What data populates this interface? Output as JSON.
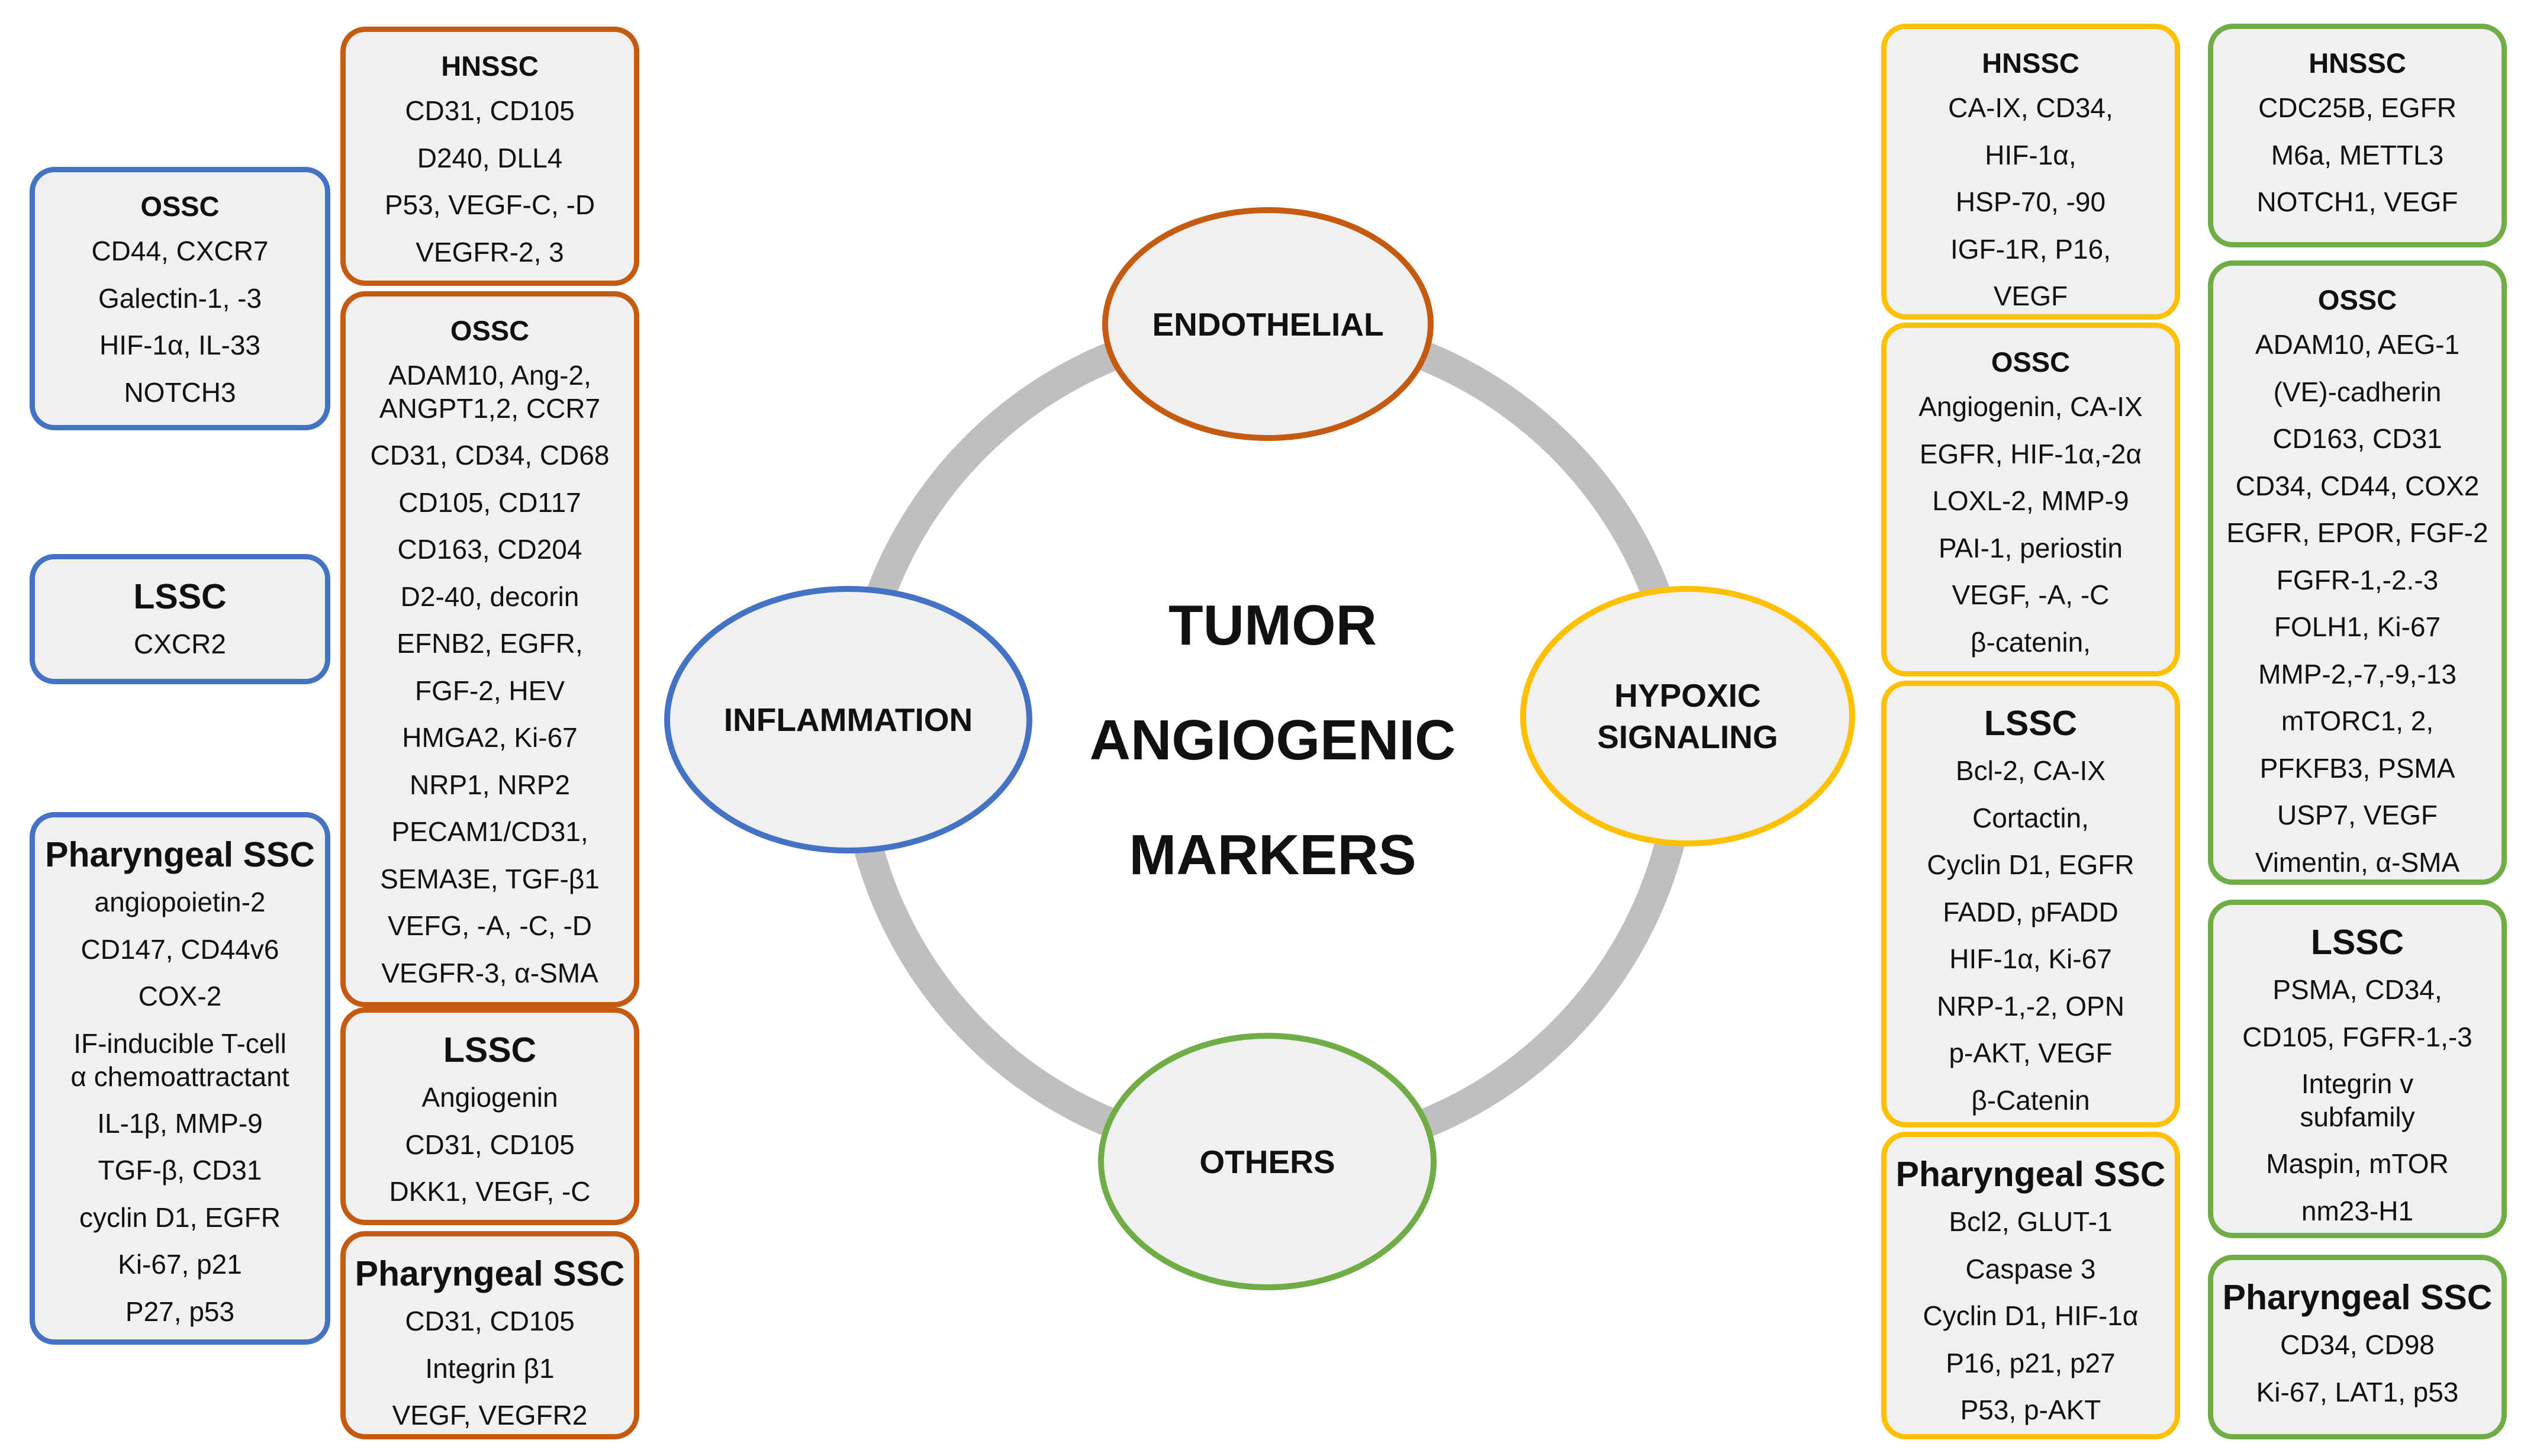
{
  "colors": {
    "orange": "#c55a11",
    "blue": "#4472c4",
    "yellow": "#ffc000",
    "green": "#70ad47",
    "ring": "#bfbfbf",
    "box_fill": "#f0f0f0"
  },
  "center": {
    "title": [
      "TUMOR",
      "ANGIOGENIC",
      "MARKERS"
    ]
  },
  "nodes": {
    "endothelial": "ENDOTHELIAL",
    "inflammation": "INFLAMMATION",
    "hypoxic": "HYPOXIC\nSIGNALING",
    "others": "OTHERS"
  },
  "inflammation_boxes": {
    "ossc": {
      "title": "OSSC",
      "items": [
        "CD44, CXCR7",
        "Galectin-1, -3",
        "HIF-1α, IL-33",
        "NOTCH3"
      ]
    },
    "lssc": {
      "title": "LSSC",
      "items": [
        "CXCR2"
      ]
    },
    "pharyngeal": {
      "title": "Pharyngeal SSC",
      "items": [
        "angiopoietin-2",
        "CD147, CD44v6",
        "COX-2",
        "IF-inducible T-cell\nα chemoattractant",
        "IL-1β, MMP-9",
        "TGF-β, CD31",
        "cyclin D1, EGFR",
        "Ki-67, p21",
        "P27, p53"
      ]
    }
  },
  "endothelial_boxes": {
    "hnssc": {
      "title": "HNSSC",
      "items": [
        "CD31, CD105",
        "D240, DLL4",
        "P53, VEGF-C, -D",
        "VEGFR-2, 3"
      ]
    },
    "ossc": {
      "title": "OSSC",
      "items": [
        "ADAM10, Ang-2,\nANGPT1,2, CCR7",
        "CD31, CD34, CD68",
        "CD105, CD117",
        "CD163, CD204",
        "D2-40, decorin",
        "EFNB2, EGFR,",
        "FGF-2, HEV",
        "HMGA2, Ki-67",
        "NRP1, NRP2",
        "PECAM1/CD31,",
        "SEMA3E, TGF-β1",
        "VEFG, -A, -C, -D",
        "VEGFR-3, α-SMA"
      ]
    },
    "lssc": {
      "title": "LSSC",
      "items": [
        "Angiogenin",
        "CD31, CD105",
        "DKK1, VEGF, -C"
      ]
    },
    "pharyngeal": {
      "title": "Pharyngeal SSC",
      "items": [
        "CD31, CD105",
        "Integrin β1",
        "VEGF, VEGFR2"
      ]
    }
  },
  "hypoxic_boxes": {
    "hnssc": {
      "title": "HNSSC",
      "items": [
        "CA-IX, CD34,",
        "HIF-1α,",
        "HSP-70, -90",
        "IGF-1R, P16,",
        "VEGF"
      ]
    },
    "ossc": {
      "title": "OSSC",
      "items": [
        "Angiogenin, CA-IX",
        "EGFR, HIF-1α,-2α",
        "LOXL-2, MMP-9",
        "PAI-1, periostin",
        "VEGF, -A, -C",
        "β-catenin,"
      ]
    },
    "lssc": {
      "title": "LSSC",
      "items": [
        "Bcl-2, CA-IX",
        "Cortactin,",
        "Cyclin D1, EGFR",
        "FADD, pFADD",
        "HIF-1α, Ki-67",
        "NRP-1,-2, OPN",
        "p-AKT, VEGF",
        "β-Catenin"
      ]
    },
    "pharyngeal": {
      "title": "Pharyngeal SSC",
      "items": [
        "Bcl2, GLUT-1",
        "Caspase 3",
        "Cyclin D1, HIF-1α",
        "P16, p21, p27",
        "P53, p-AKT"
      ]
    }
  },
  "others_boxes": {
    "hnssc": {
      "title": "HNSSC",
      "items": [
        "CDC25B, EGFR",
        "M6a, METTL3",
        "NOTCH1, VEGF"
      ]
    },
    "ossc": {
      "title": "OSSC",
      "items": [
        "ADAM10, AEG-1",
        "(VE)-cadherin",
        "CD163, CD31",
        "CD34, CD44, COX2",
        "EGFR, EPOR, FGF-2",
        "FGFR-1,-2.-3",
        "FOLH1, Ki-67",
        "MMP-2,-7,-9,-13",
        "mTORC1, 2,",
        "PFKFB3, PSMA",
        "USP7, VEGF",
        "Vimentin, α-SMA"
      ]
    },
    "lssc": {
      "title": "LSSC",
      "items": [
        "PSMA, CD34,",
        "CD105, FGFR-1,-3",
        "Integrin v\nsubfamily",
        "Maspin, mTOR",
        "nm23-H1"
      ]
    },
    "pharyngeal": {
      "title": "Pharyngeal SSC",
      "items": [
        "CD34, CD98",
        "Ki-67, LAT1, p53"
      ]
    }
  }
}
